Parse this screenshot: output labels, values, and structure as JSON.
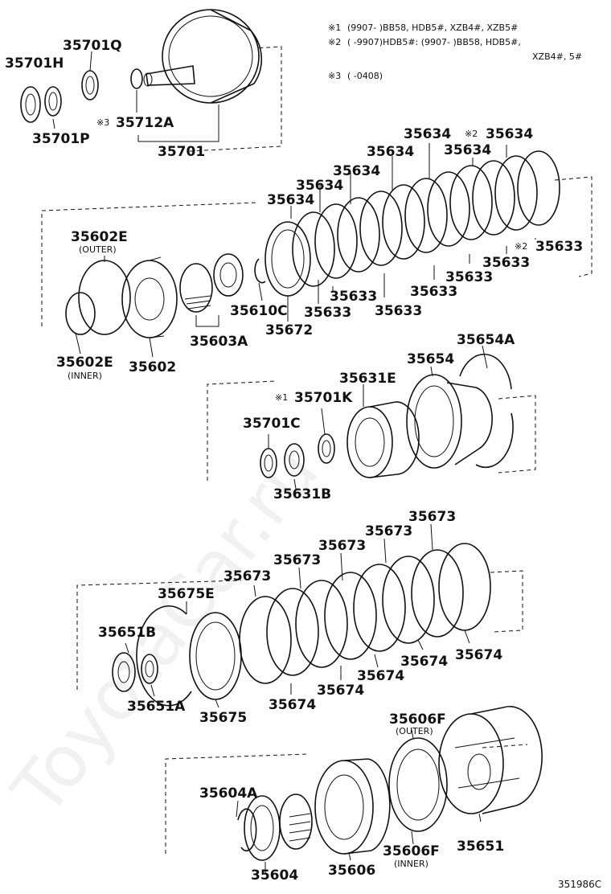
{
  "watermark": "ToyotaCar.ru",
  "diagram_code": "351986C",
  "notes": [
    {
      "mark": "※1",
      "text": "(9907-    )BB58, HDB5#, XZB4#, XZB5#"
    },
    {
      "mark": "※2",
      "text": "(    -9907)HDB5#: (9907-    )BB58, HDB5#,"
    },
    {
      "mark": "",
      "text": "XZB4#, 5#"
    },
    {
      "mark": "※3",
      "text": "(    -0408)"
    }
  ],
  "markers": {
    "m1": "※1",
    "m2": "※2",
    "m3": "※3"
  },
  "sublabels": {
    "outer": "(OUTER)",
    "inner": "(INNER)"
  },
  "parts": {
    "p35701": "35701",
    "p35701H": "35701H",
    "p35701Q": "35701Q",
    "p35701P": "35701P",
    "p35712A": "35712A",
    "p35634": "35634",
    "p35633": "35633",
    "p35602E": "35602E",
    "p35602": "35602",
    "p35603A": "35603A",
    "p35610C": "35610C",
    "p35672": "35672",
    "p35654A": "35654A",
    "p35654": "35654",
    "p35631E": "35631E",
    "p35701K": "35701K",
    "p35701C": "35701C",
    "p35631B": "35631B",
    "p35673": "35673",
    "p35675E": "35675E",
    "p35651B": "35651B",
    "p35651A": "35651A",
    "p35675": "35675",
    "p35674": "35674",
    "p35606F": "35606F",
    "p35604A": "35604A",
    "p35604": "35604",
    "p35606": "35606",
    "p35651": "35651"
  }
}
